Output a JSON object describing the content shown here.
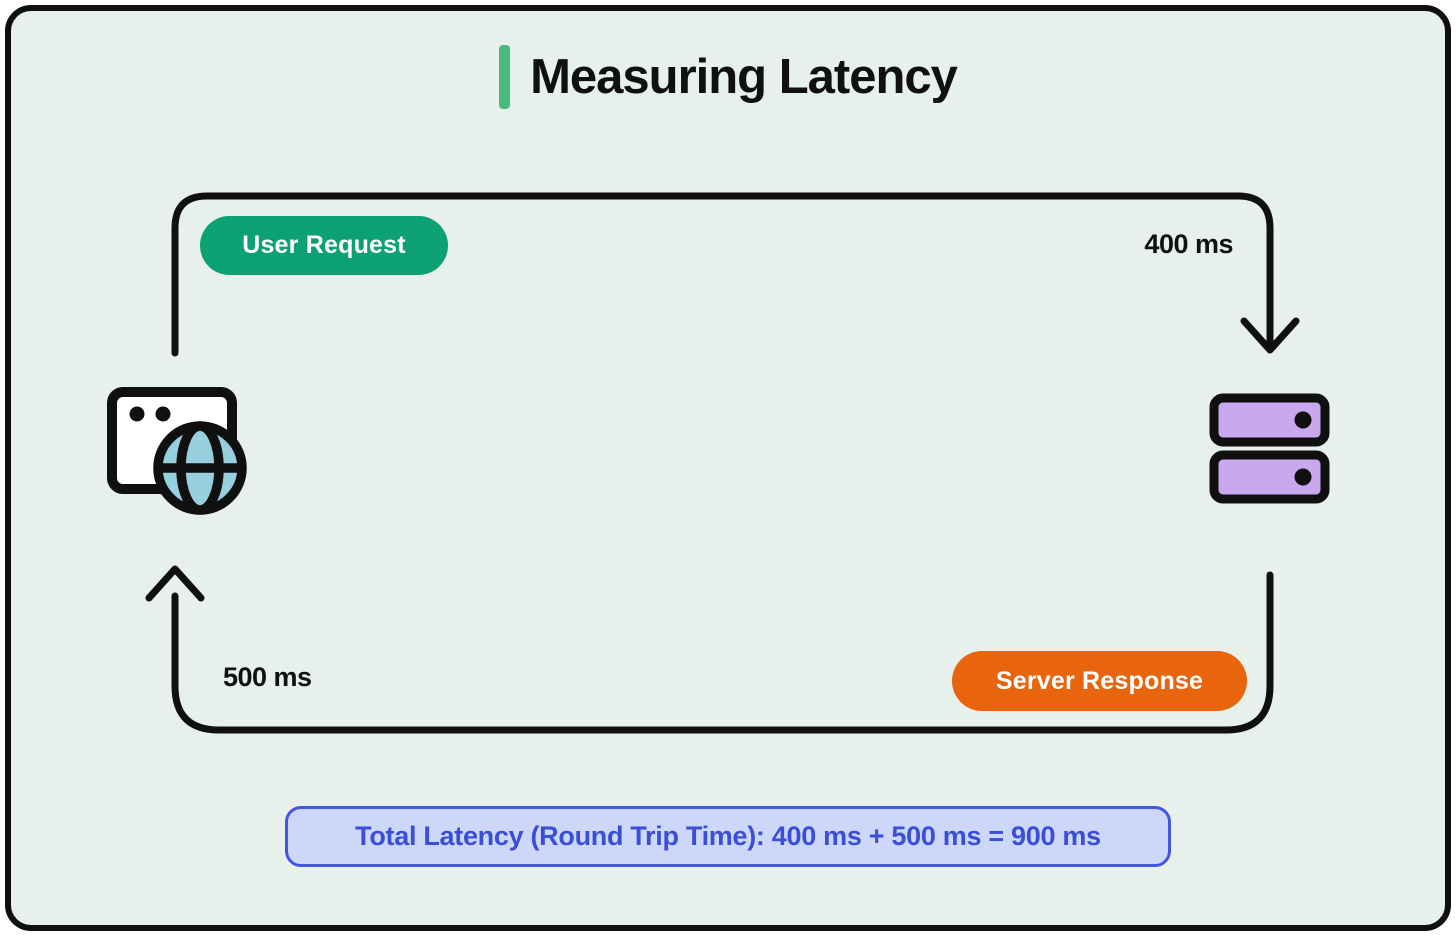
{
  "title": {
    "text": "Measuring Latency"
  },
  "diagram": {
    "request_badge": "User Request",
    "request_time": "400 ms",
    "response_badge": "Server Response",
    "response_time": "500 ms",
    "client_icon": "browser-globe-icon",
    "server_icon": "server-stack-icon",
    "summary_text": "Total Latency (Round Trip Time): 400 ms + 500 ms = 900 ms"
  },
  "colors": {
    "canvas_bg": "#e8f0ec",
    "outline": "#101010",
    "title_accent": "#45bc7d",
    "request_pill": "#0ca173",
    "response_pill": "#e8650d",
    "pill_text": "#ffffff",
    "server_fill": "#c9a8ef",
    "globe_fill": "#96cfdd",
    "summary_bg": "#ccd7fa",
    "summary_border": "#4456e0",
    "summary_text": "#3a4ed8"
  }
}
